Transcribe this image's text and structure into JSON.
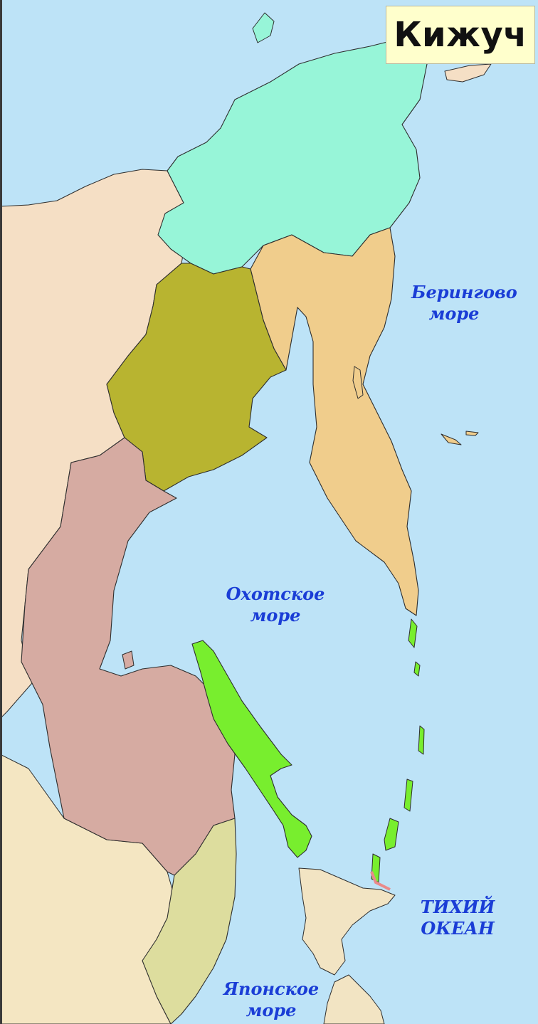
{
  "title": "Кижуч",
  "colors": {
    "sea": "#bde3f7",
    "mainland": "#f5dfc5",
    "chukotka": "#97f5d8",
    "kamchatka": "#f0cd8c",
    "magadan": "#b8b430",
    "khabarovsk": "#d6aba2",
    "sakhalin": "#78ee2e",
    "primorye": "#dddd9e",
    "southwest": "#f4e6c2",
    "hokkaido": "#f2e4c3",
    "highlight": "#e98a8a"
  },
  "sea_labels": {
    "bering": {
      "line1": "Берингово",
      "line2": "море"
    },
    "okhotsk": {
      "line1": "Охотское",
      "line2": "море"
    },
    "pacific": {
      "line1": "ТИХИЙ",
      "line2": "ОКЕАН"
    },
    "japan": {
      "line1": "Японское",
      "line2": "море"
    }
  }
}
